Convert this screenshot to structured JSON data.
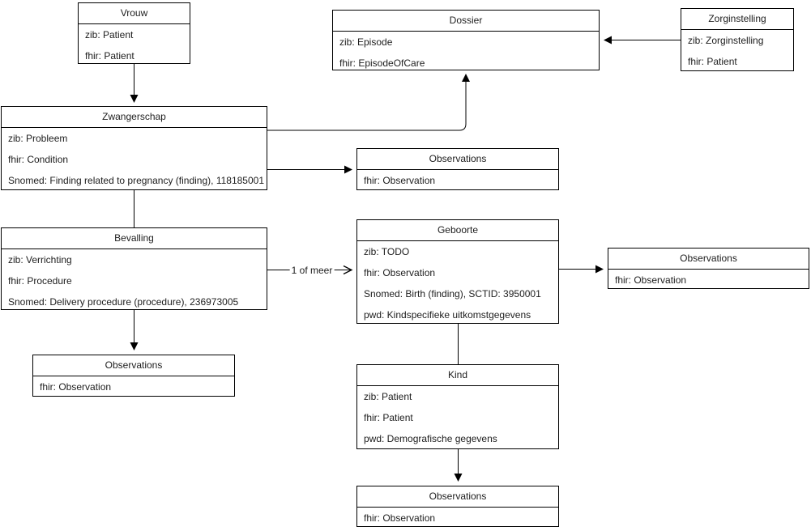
{
  "diagram": {
    "background_color": "#ffffff",
    "box_fill_color": "#ffffff",
    "box_border_color": "#000000",
    "text_color": "#202020",
    "edge_color": "#000000"
  },
  "boxes": [
    {
      "id": "vrouw",
      "title": "Vrouw",
      "rows": [
        "zib: Patient",
        "fhir: Patient"
      ]
    },
    {
      "id": "dossier",
      "title": "Dossier",
      "rows": [
        "zib: Episode",
        "fhir: EpisodeOfCare"
      ]
    },
    {
      "id": "zorginstelling",
      "title": "Zorginstelling",
      "rows": [
        "zib: Zorginstelling",
        "fhir: Patient"
      ]
    },
    {
      "id": "zwangerschap",
      "title": "Zwangerschap",
      "rows": [
        "zib: Probleem",
        "fhir: Condition",
        "Snomed: Finding related to pregnancy (finding), 118185001"
      ]
    },
    {
      "id": "observations-zwangerschap",
      "title": "Observations",
      "rows": [
        "fhir: Observation"
      ]
    },
    {
      "id": "bevalling",
      "title": "Bevalling",
      "rows": [
        "zib: Verrichting",
        "fhir: Procedure",
        "Snomed: Delivery procedure (procedure), 236973005"
      ]
    },
    {
      "id": "geboorte",
      "title": "Geboorte",
      "rows": [
        "zib: TODO",
        "fhir: Observation",
        "Snomed: Birth (finding), SCTID: 3950001",
        "pwd: Kindspecifieke uitkomstgegevens"
      ]
    },
    {
      "id": "observations-geboorte",
      "title": "Observations",
      "rows": [
        "fhir: Observation"
      ]
    },
    {
      "id": "observations-bevalling",
      "title": "Observations",
      "rows": [
        "fhir: Observation"
      ]
    },
    {
      "id": "kind",
      "title": "Kind",
      "rows": [
        "zib: Patient",
        "fhir: Patient",
        "pwd: Demografische gegevens"
      ]
    },
    {
      "id": "observations-kind",
      "title": "Observations",
      "rows": [
        "fhir: Observation"
      ]
    }
  ],
  "connectors": {
    "bevalling_geboorte_label": "1 of meer"
  }
}
